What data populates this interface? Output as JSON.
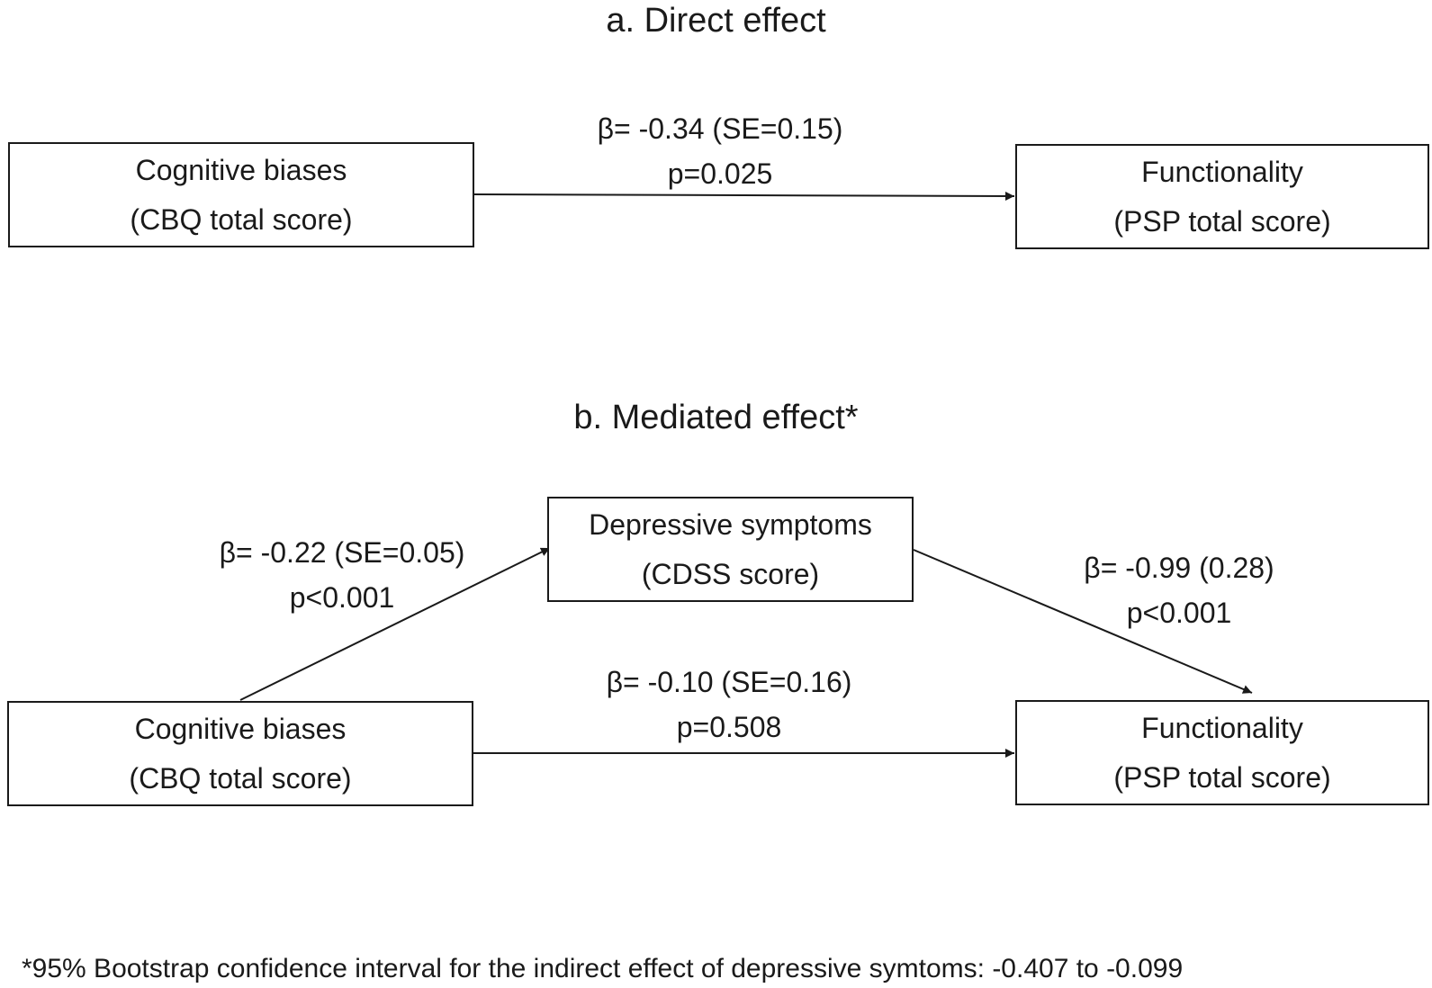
{
  "panel_a": {
    "title": "a. Direct effect",
    "source": {
      "line1": "Cognitive biases",
      "line2": "(CBQ total score)"
    },
    "target": {
      "line1": "Functionality",
      "line2": "(PSP total score)"
    },
    "path_c": {
      "beta": "β= -0.34 (SE=0.15)",
      "p": "p=0.025"
    }
  },
  "panel_b": {
    "title": "b. Mediated effect*",
    "source": {
      "line1": "Cognitive biases",
      "line2": "(CBQ total score)"
    },
    "mediator": {
      "line1": "Depressive symptoms",
      "line2": "(CDSS score)"
    },
    "target": {
      "line1": "Functionality",
      "line2": "(PSP total score)"
    },
    "path_a": {
      "beta": "β= -0.22 (SE=0.05)",
      "p": "p<0.001"
    },
    "path_b": {
      "beta": "β= -0.99 (0.28)",
      "p": "p<0.001"
    },
    "path_c_prime": {
      "beta": "β= -0.10 (SE=0.16)",
      "p": "p=0.508"
    }
  },
  "footnote": "*95% Bootstrap confidence interval for the indirect effect of depressive symtoms: -0.407 to -0.099"
}
